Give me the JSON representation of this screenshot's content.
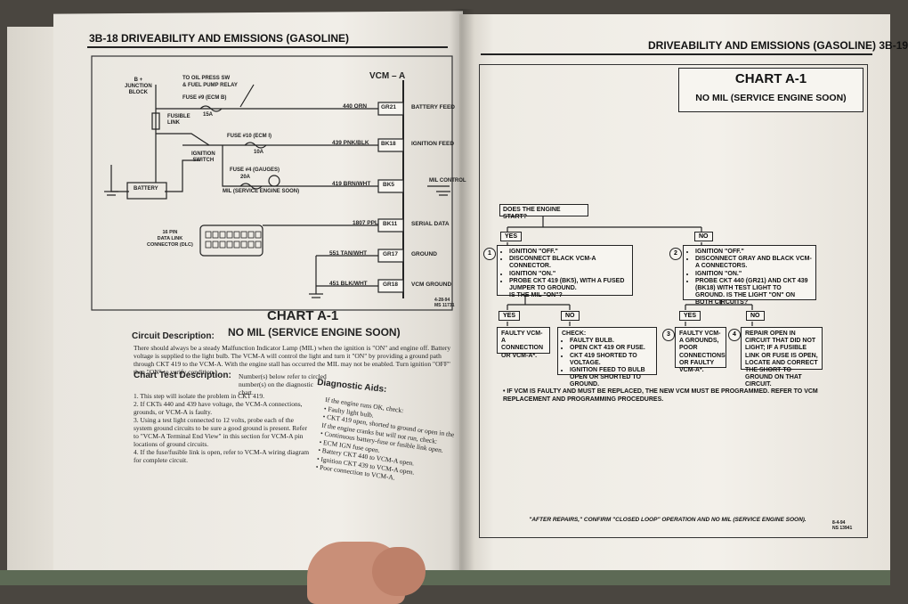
{
  "left_page": {
    "header": "3B-18  DRIVEABILITY AND EMISSIONS (GASOLINE)",
    "diagram": {
      "vcm_label": "VCM – A",
      "b_junction": "B +\nJUNCTION\nBLOCK",
      "to_oil": "TO OIL PRESS SW",
      "fuel_pump": "& FUEL PUMP RELAY",
      "fuse9": "FUSE #9 (ECM B)",
      "fuse9_amps": "15A",
      "fusible_link": "FUSIBLE\nLINK",
      "fuse10": "FUSE #10 (ECM I)",
      "fuse10_amps": "10A",
      "ignition_switch": "IGNITION\nSWITCH",
      "fuse4": "FUSE #4 (GAUGES)",
      "fuse4_amps": "20A",
      "mil_label": "MIL (SERVICE ENGINE SOON)",
      "battery": "BATTERY",
      "dlc_label": "16 PIN\nDATA LINK\nCONNECTOR (DLC)",
      "wires": [
        {
          "wire": "440 ORN",
          "pin": "GR21",
          "func": "BATTERY FEED"
        },
        {
          "wire": "439 PNK/BLK",
          "pin": "BK18",
          "func": "IGNITION FEED"
        },
        {
          "wire": "419 BRN/WHT",
          "pin": "BK5",
          "func": "MIL CONTROL"
        },
        {
          "wire": "1807 PPL",
          "pin": "BK11",
          "func": "SERIAL DATA"
        },
        {
          "wire": "551 TAN/WHT",
          "pin": "GR17",
          "func": "GROUND"
        },
        {
          "wire": "451 BLK/WHT",
          "pin": "GR18",
          "func": "VCM GROUND"
        }
      ],
      "footnote": "4-28-94\nMS 11731"
    },
    "chart_title": "CHART A-1",
    "chart_subtitle": "NO MIL (SERVICE ENGINE SOON)",
    "circuit_heading": "Circuit Description:",
    "circuit_text": "There should always be a steady Malfunction Indicator Lamp (MIL) when the ignition is \"ON\" and engine off. Battery voltage is supplied to the light bulb. The VCM-A will control the light and turn it \"ON\" by providing a ground path through CKT 419 to the VCM-A. With the engine stall has occurred the MIL may not be enabled. Turn ignition \"OFF\" then \"ON\" to verify condition.)",
    "test_heading": "Chart Test Description:",
    "test_intro": "Number(s) below refer to circled number(s) on the diagnostic chart.",
    "test_items": [
      "1.  This step will isolate the problem in CKT 419.",
      "2.  If CKTs 440 and 439 have voltage, the VCM-A connections, grounds, or VCM-A is faulty.",
      "3.  Using a test light connected to 12 volts, probe each of the system ground circuits to be sure a good ground is present. Refer to \"VCM-A Terminal End View\" in this section for VCM-A pin locations of ground circuits.",
      "4.  If the fuse/fusible link is open, refer to VCM-A wiring diagram for complete circuit."
    ],
    "aids_heading": "Diagnostic Aids:",
    "aids_intro": "If the engine runs OK, check:",
    "aids_items": [
      "• Faulty light bulb.",
      "• CKT 419 open, shorted to ground or open in the",
      "If the engine cranks but will not run, check:",
      "• Continuous battery-fuse or fusible link open.",
      "• ECM IGN fuse open.",
      "• Battery CKT 440 to VCM-A open.",
      "• Ignition CKT 439 to VCM-A open.",
      "• Poor connection to VCM-A."
    ]
  },
  "right_page": {
    "header": "DRIVEABILITY AND EMISSIONS (GASOLINE)  3B-19",
    "chart_title": "CHART A-1",
    "chart_subtitle": "NO MIL (SERVICE ENGINE SOON)",
    "question": "DOES THE ENGINE START?",
    "yes": "YES",
    "no": "NO",
    "step1_num": "1",
    "step1": [
      "IGNITION \"OFF.\"",
      "DISCONNECT BLACK VCM-A CONNECTOR.",
      "IGNITION \"ON.\"",
      "PROBE CKT 419 (BK5), WITH A FUSED JUMPER TO GROUND.",
      "IS THE MIL \"ON\"?"
    ],
    "step2_num": "2",
    "step2": [
      "IGNITION \"OFF.\"",
      "DISCONNECT GRAY AND BLACK VCM-A CONNECTORS.",
      "IGNITION \"ON.\"",
      "PROBE CKT 440 (GR21) AND CKT 439 (BK18) WITH TEST LIGHT TO GROUND. IS THE LIGHT \"ON\" ON BOTH CIRCUITS?"
    ],
    "faulty_vcm": "FAULTY VCM-A CONNECTION OR VCM-A*.",
    "check_heading": "CHECK:",
    "check_items": [
      "FAULTY BULB.",
      "OPEN CKT 419 OR FUSE.",
      "CKT 419 SHORTED TO VOLTAGE.",
      "IGNITION FEED TO BULB OPEN OR SHORTED TO GROUND."
    ],
    "step3_num": "3",
    "step3": "FAULTY VCM-A GROUNDS, POOR CONNECTIONS OR FAULTY VCM-A*.",
    "step4_num": "4",
    "step4": "REPAIR OPEN IN CIRCUIT THAT DID NOT LIGHT; IF A FUSIBLE LINK OR FUSE IS OPEN, LOCATE AND CORRECT THE SHORT TO GROUND ON THAT CIRCUIT.",
    "note": "• IF VCM IS FAULTY AND MUST BE REPLACED, THE NEW VCM MUST BE PROGRAMMED. REFER TO VCM REPLACEMENT AND PROGRAMMING PROCEDURES.",
    "after_repairs": "\"AFTER REPAIRS,\" CONFIRM \"CLOSED LOOP\" OPERATION AND NO MIL (SERVICE ENGINE SOON).",
    "footnote": "8-4-94\nNS 13941"
  }
}
